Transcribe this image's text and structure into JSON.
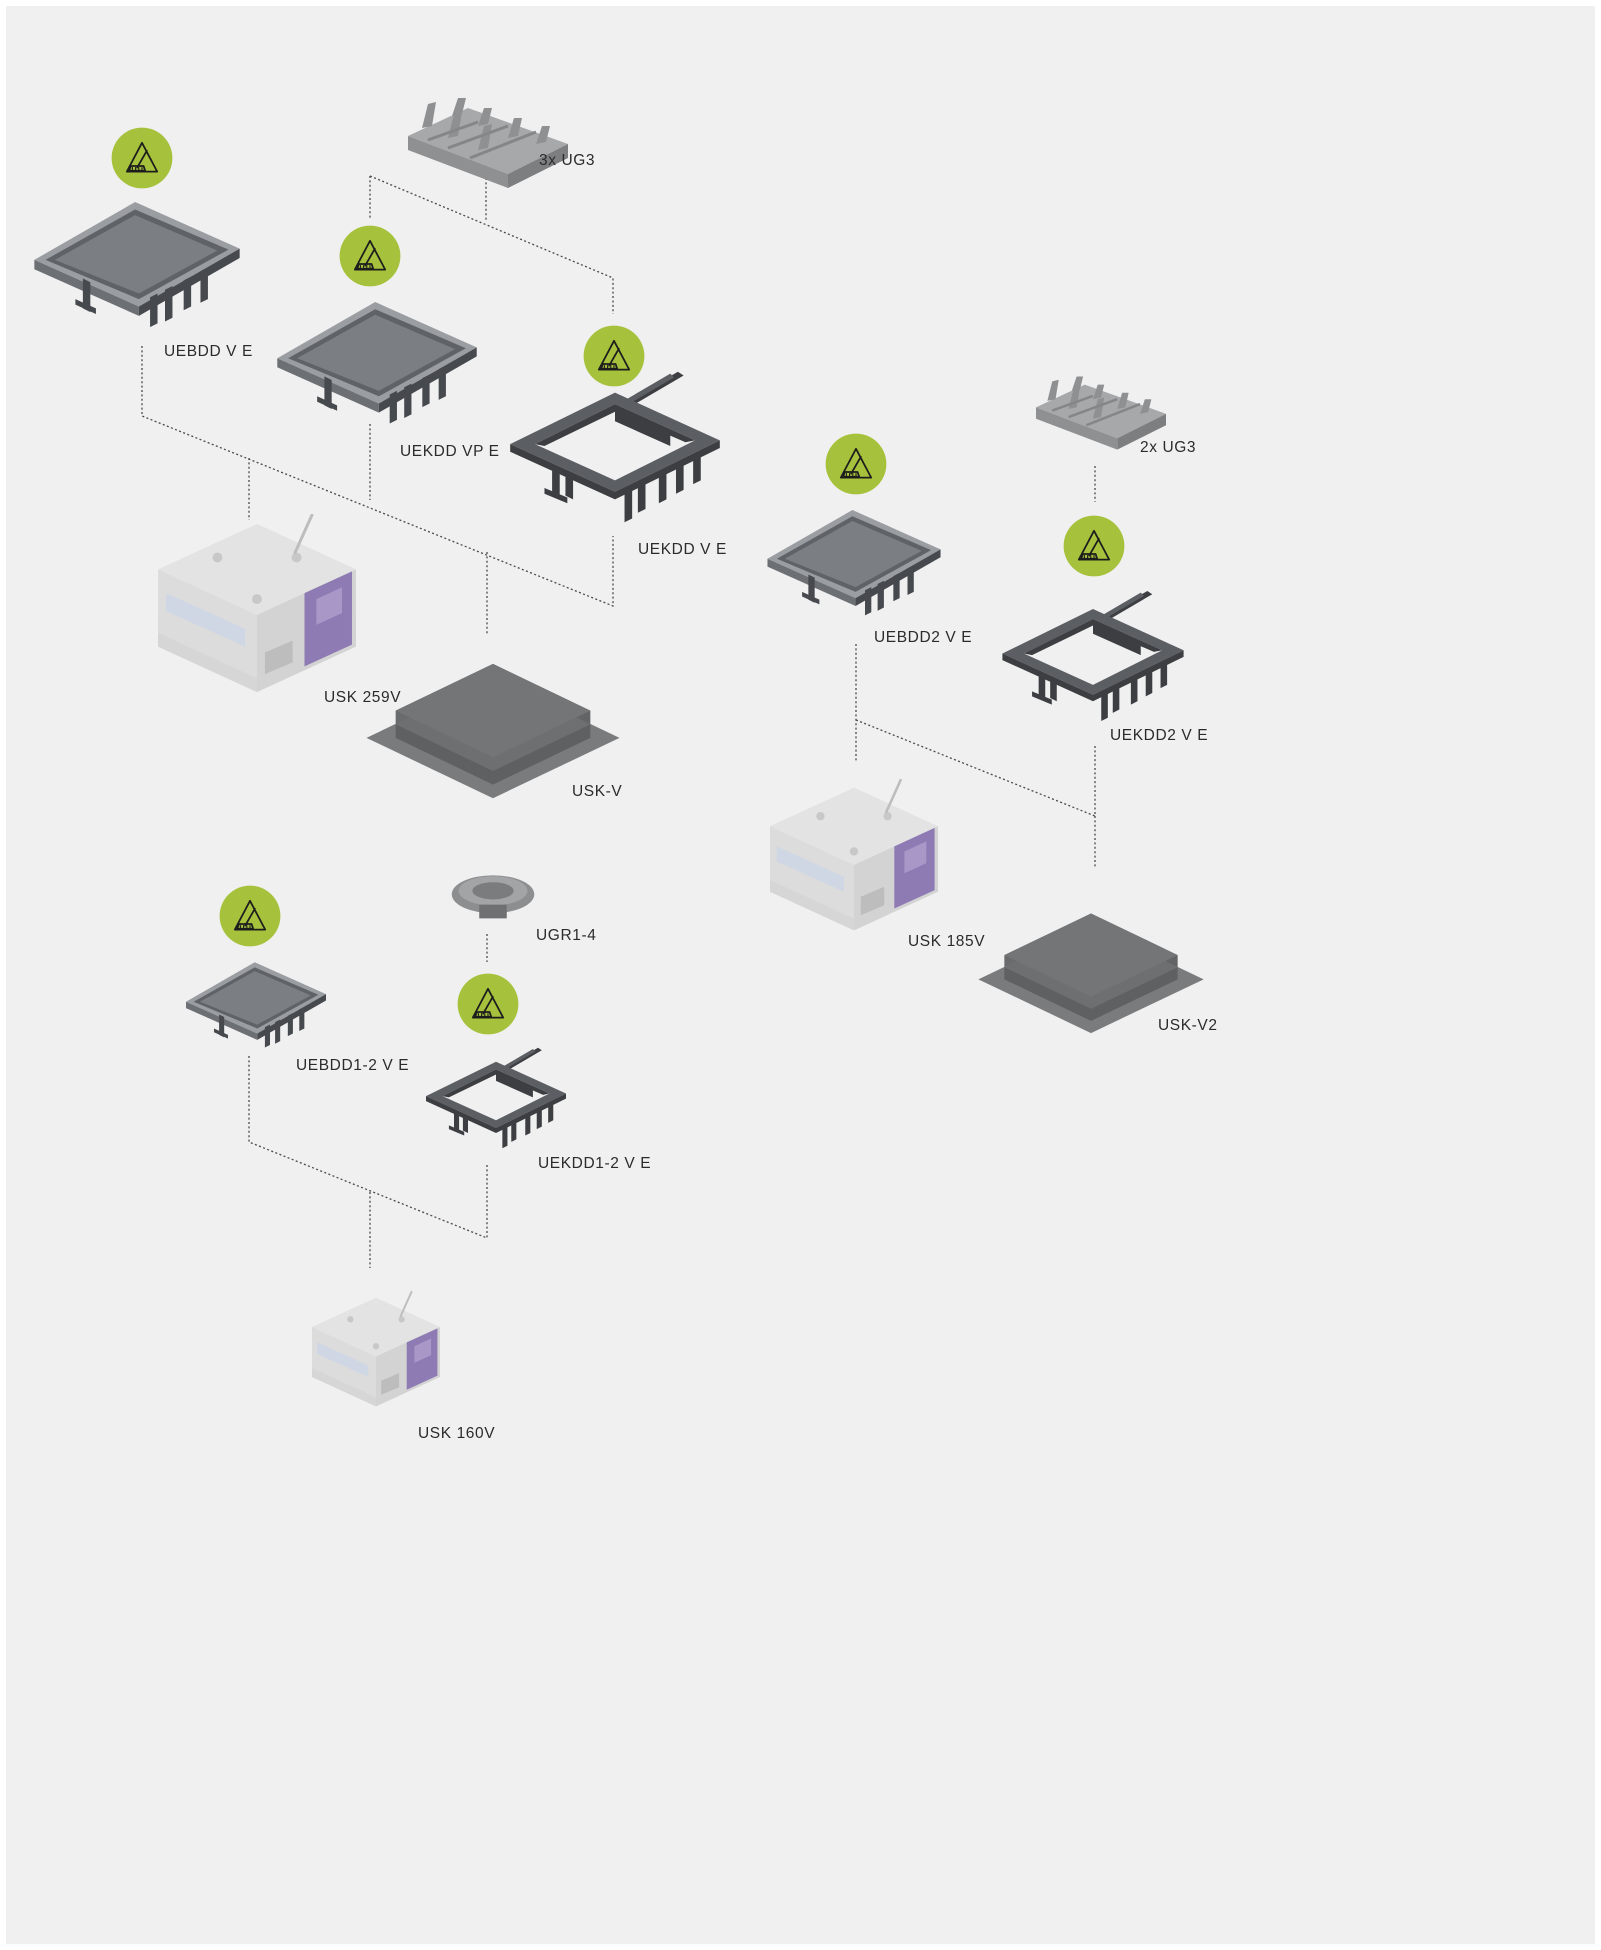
{
  "colors": {
    "background": "#f0f0f0",
    "badge": "#a6c23c",
    "connector": "#4a4a4a",
    "label": "#2b2b2b",
    "box_accent": "#8e7bb3"
  },
  "labels": {
    "ug3_x3": "3x UG3",
    "uebdd_ve": "UEBDD V E",
    "uekdd_vpe": "UEKDD VP E",
    "uekdd_ve": "UEKDD V E",
    "usk_259v": "USK 259V",
    "usk_v": "USK-V",
    "ug3_x2": "2x UG3",
    "uebdd2_ve": "UEBDD2 V E",
    "uekdd2_ve": "UEKDD2 V E",
    "usk_185v": "USK 185V",
    "usk_v2": "USK-V2",
    "ugr1_4": "UGR1-4",
    "uebdd1_2_ve": "UEBDD1-2 V E",
    "uekdd1_2_ve": "UEKDD1-2 V E",
    "usk_160v": "USK 160V"
  },
  "badges": [
    {
      "icon": "floor-cleaning-warning-icon"
    },
    {
      "icon": "floor-cleaning-warning-icon"
    },
    {
      "icon": "floor-cleaning-warning-icon"
    },
    {
      "icon": "floor-cleaning-warning-icon"
    },
    {
      "icon": "floor-cleaning-warning-icon"
    },
    {
      "icon": "floor-cleaning-warning-icon"
    },
    {
      "icon": "floor-cleaning-warning-icon"
    }
  ]
}
